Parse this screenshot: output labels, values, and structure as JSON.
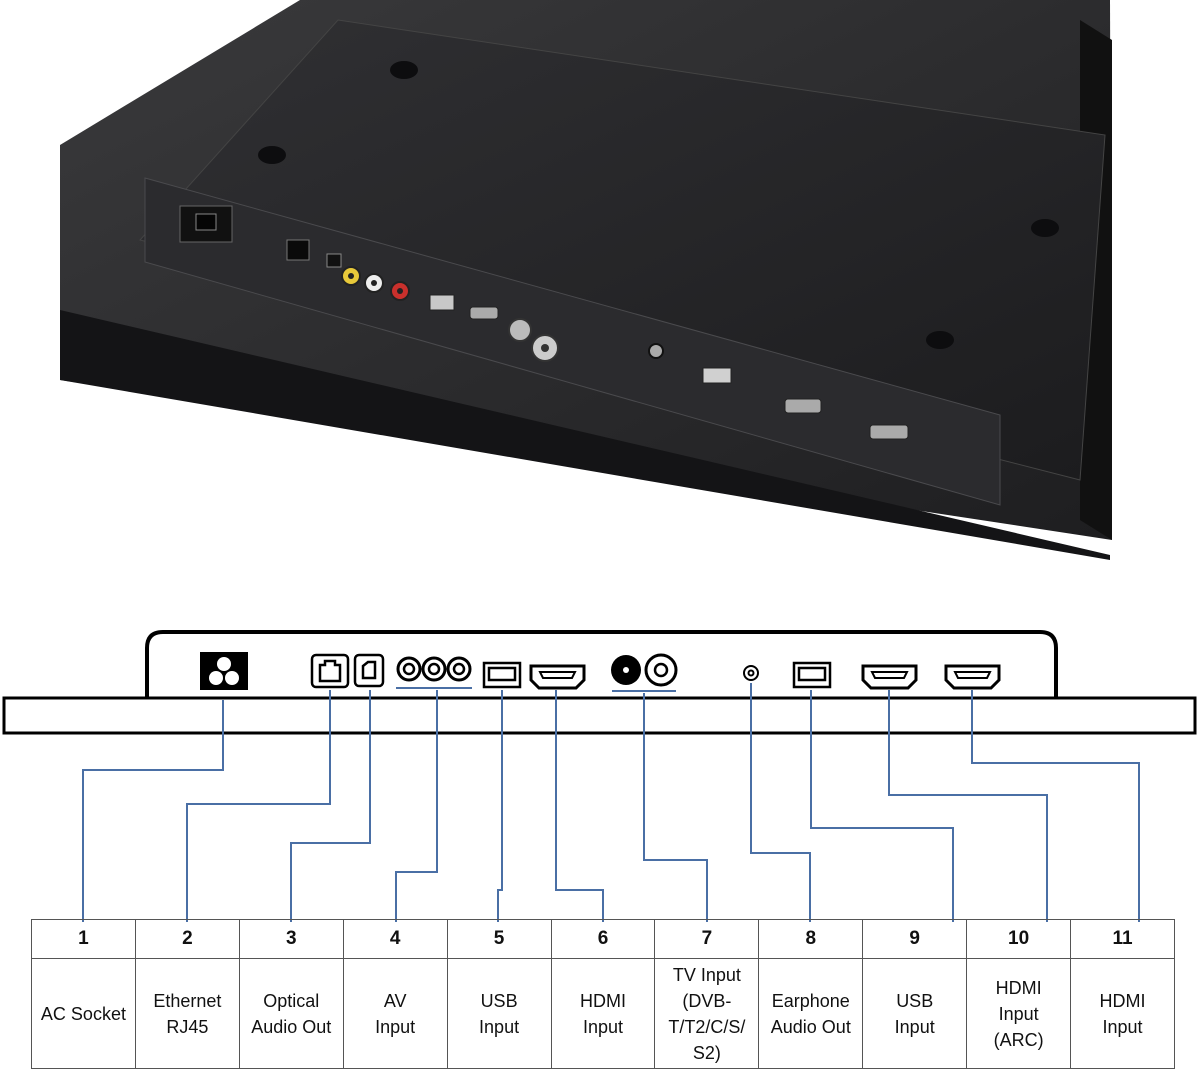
{
  "ports": [
    {
      "number": "1",
      "label": "AC Socket"
    },
    {
      "number": "2",
      "label": "Ethernet\nRJ45"
    },
    {
      "number": "3",
      "label": "Optical\nAudio Out"
    },
    {
      "number": "4",
      "label": "AV\nInput"
    },
    {
      "number": "5",
      "label": "USB\nInput"
    },
    {
      "number": "6",
      "label": "HDMI\nInput"
    },
    {
      "number": "7",
      "label": "TV Input\n(DVB-\nT/T2/C/S/\nS2)"
    },
    {
      "number": "8",
      "label": "Earphone\nAudio Out"
    },
    {
      "number": "9",
      "label": "USB\nInput"
    },
    {
      "number": "10",
      "label": "HDMI\nInput\n(ARC)"
    },
    {
      "number": "11",
      "label": "HDMI\nInput"
    }
  ],
  "colors": {
    "leader_line": "#4a6fa5",
    "outline": "#000000",
    "photo_panel": "#2a2a2c"
  }
}
